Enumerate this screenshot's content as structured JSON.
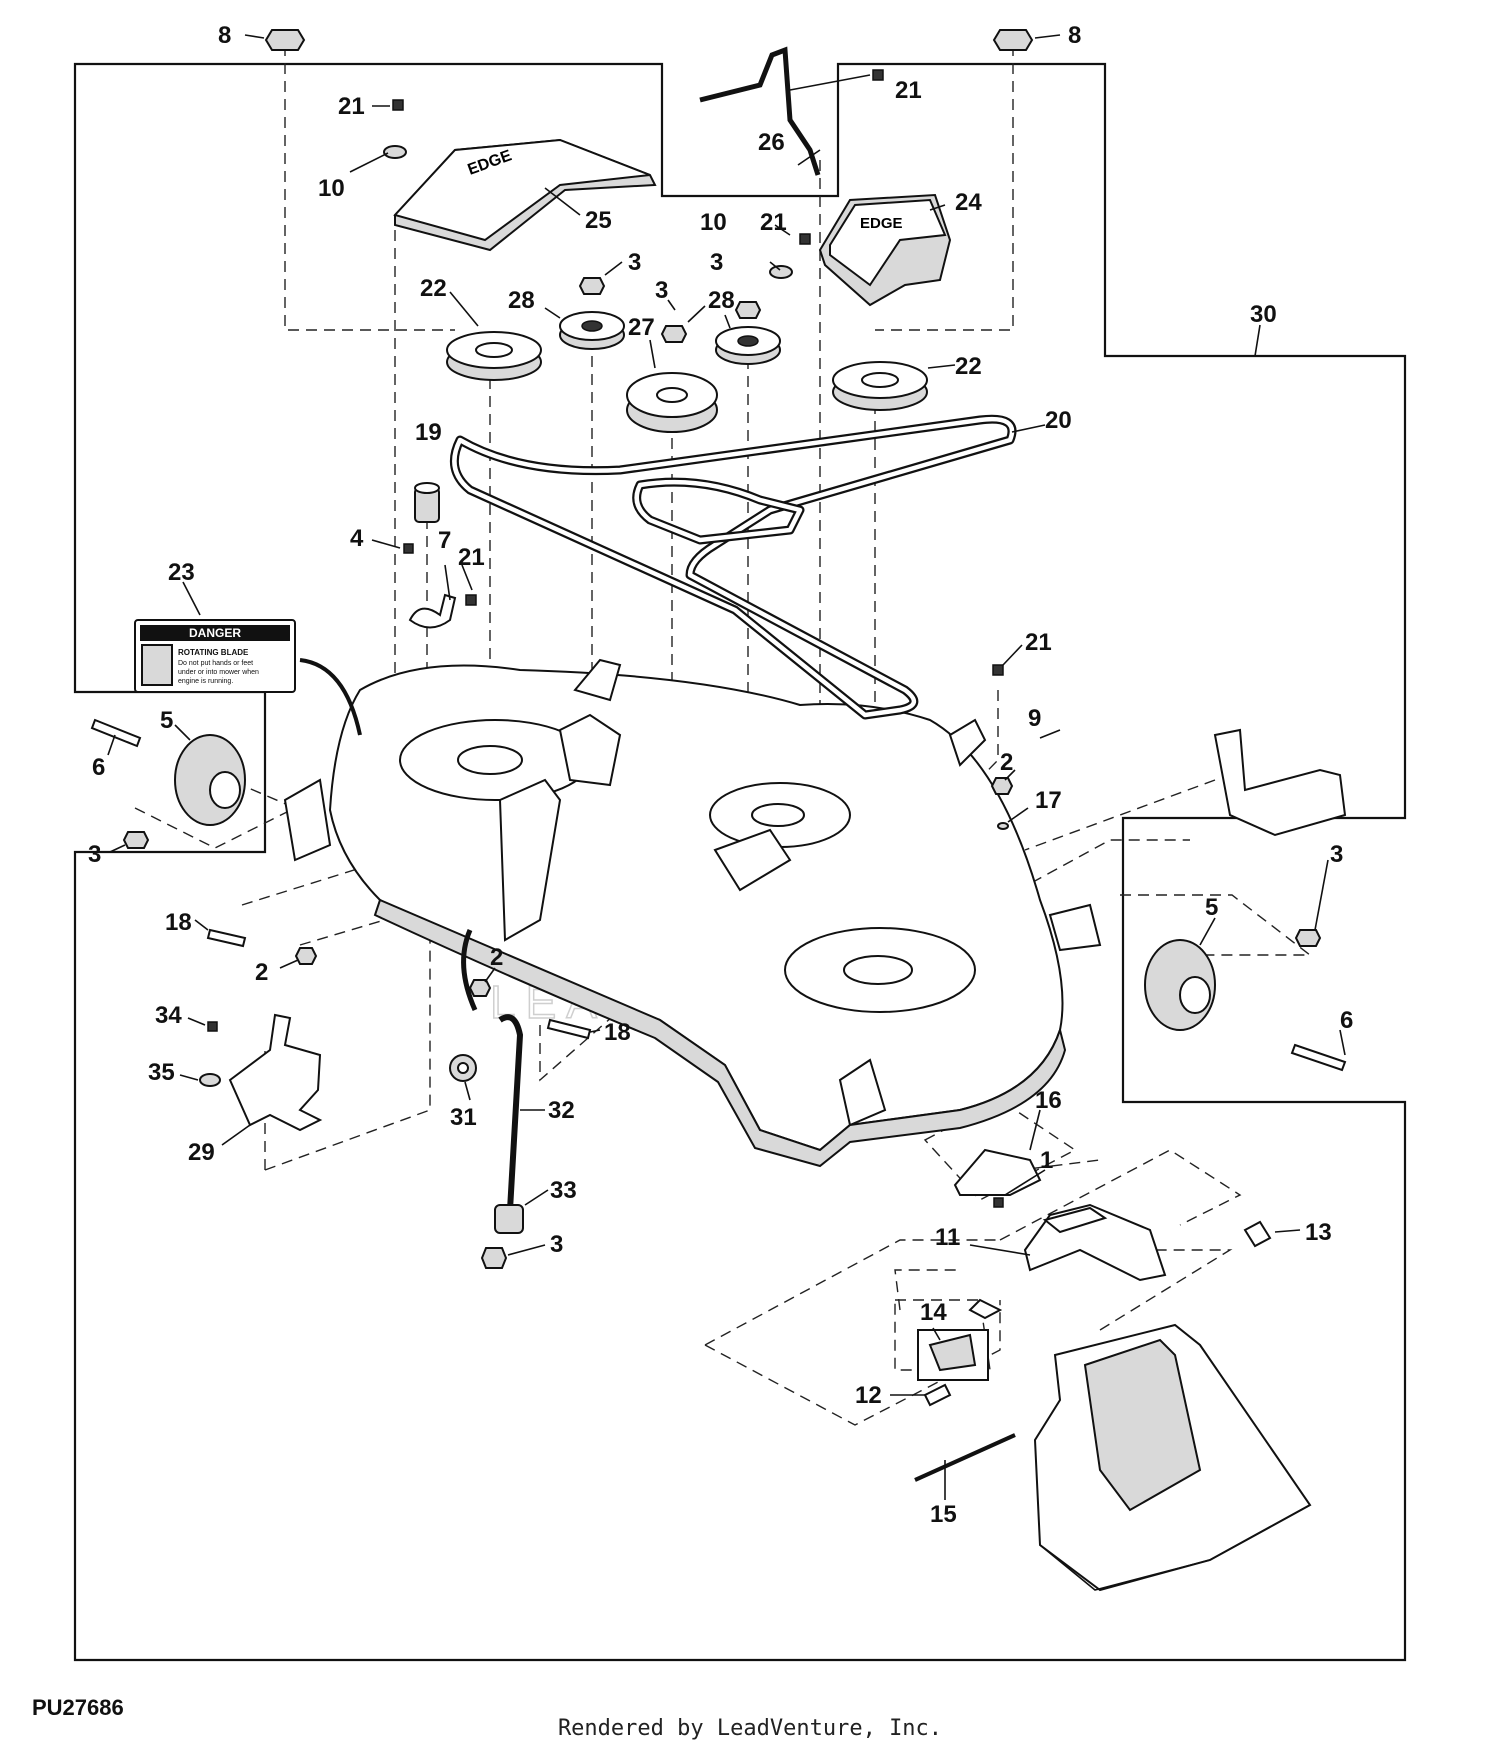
{
  "diagram": {
    "figure_code": "PU27686",
    "credit": "Rendered by LeadVenture, Inc.",
    "watermark": "LEADVENTURE",
    "danger_decal": {
      "heading": "DANGER",
      "line1": "ROTATING BLADE",
      "line2": "Do not put hands or feet",
      "line3": "under or into mower when",
      "line4": "engine is running."
    },
    "shield_logo": "EDGE",
    "callouts": [
      "1",
      "2",
      "3",
      "4",
      "5",
      "6",
      "7",
      "8",
      "9",
      "10",
      "11",
      "12",
      "13",
      "14",
      "15",
      "16",
      "17",
      "18",
      "19",
      "20",
      "21",
      "22",
      "23",
      "24",
      "25",
      "26",
      "27",
      "28",
      "29",
      "30",
      "31",
      "32",
      "33",
      "34",
      "35"
    ]
  }
}
